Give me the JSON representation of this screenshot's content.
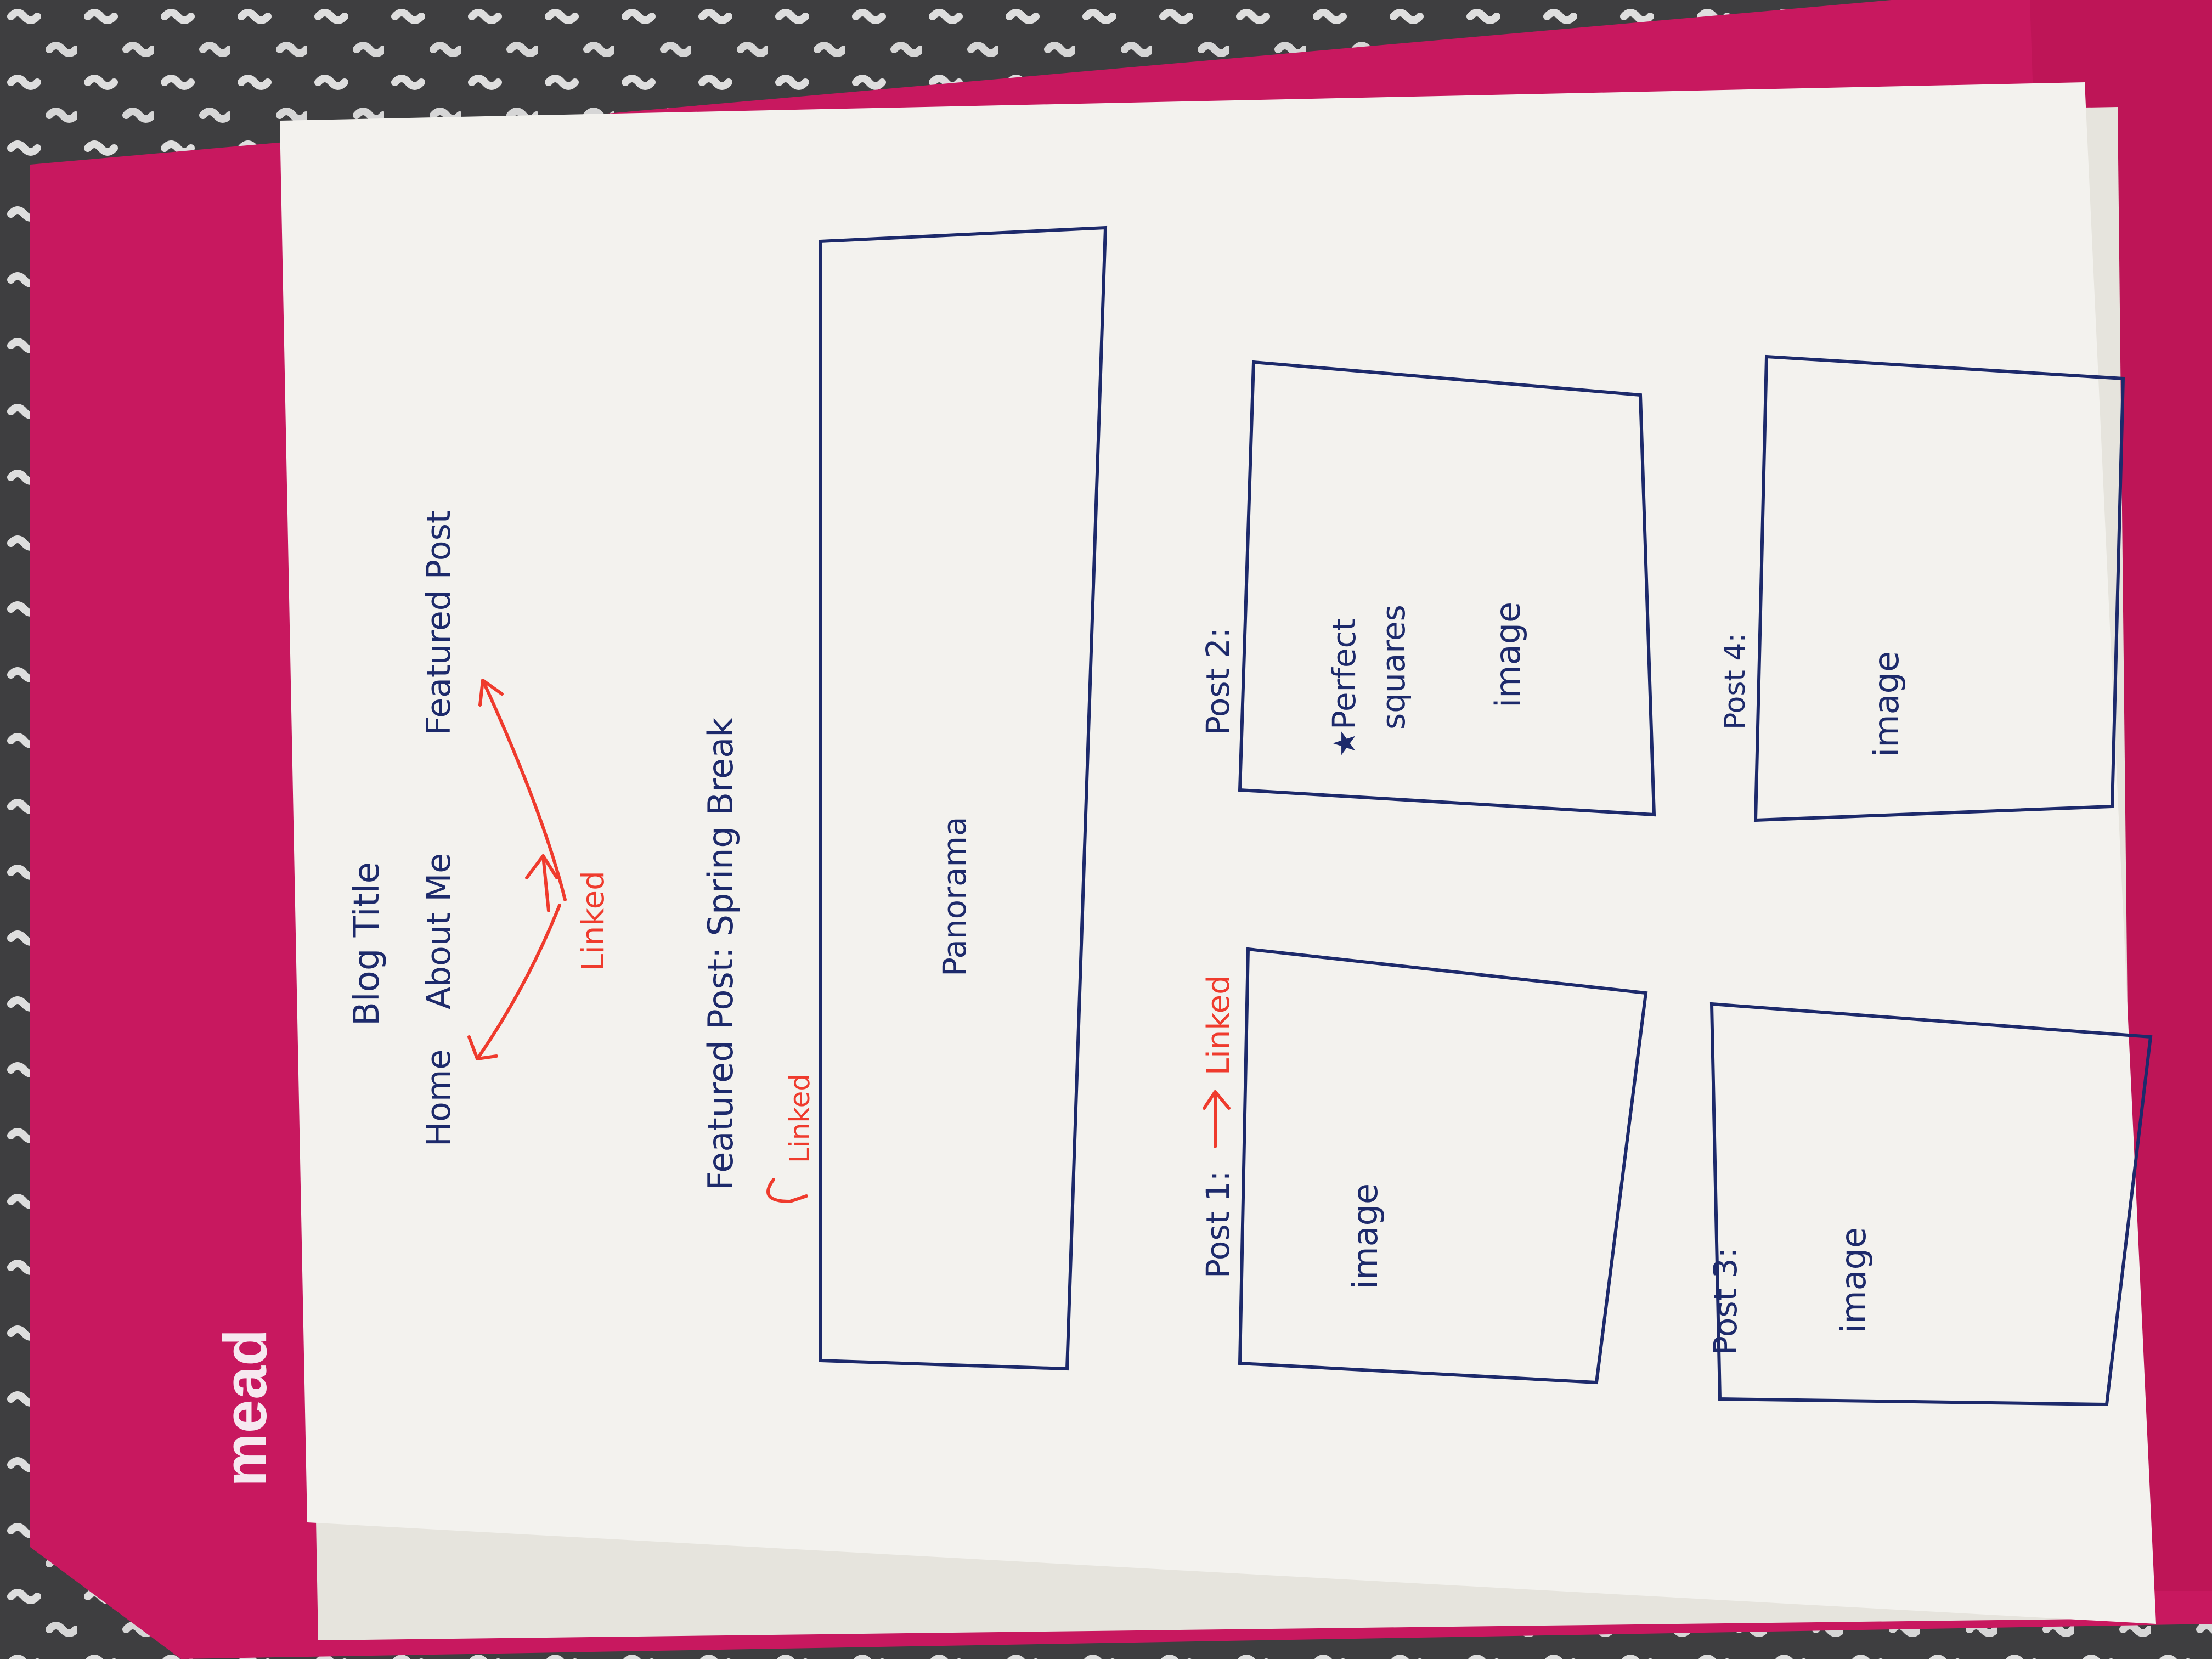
{
  "folder": {
    "brand": "mead",
    "color": "#c8185f"
  },
  "colors": {
    "blue_ink": "#1d2a6b",
    "red_ink": "#ef3b2d",
    "paper": "#f3f2ee",
    "blanket": "#3d3d3f"
  },
  "sketch": {
    "blog_title": "Blog Title",
    "nav": {
      "home": "Home",
      "about_me": "About Me",
      "featured_post": "Featured Post"
    },
    "nav_note": "Linked",
    "featured": {
      "heading": "Featured Post: Spring Break",
      "note": "Linked",
      "panorama_label": "Panorama"
    },
    "posts": [
      {
        "label": "Post 1:",
        "note": "Linked",
        "image_label": "image"
      },
      {
        "label": "Post 2:",
        "note_line1": "Perfect",
        "note_line2": "squares",
        "image_label": "image"
      },
      {
        "label": "Post 3:",
        "image_label": "image"
      },
      {
        "label": "Post 4:",
        "image_label": "image"
      }
    ]
  }
}
